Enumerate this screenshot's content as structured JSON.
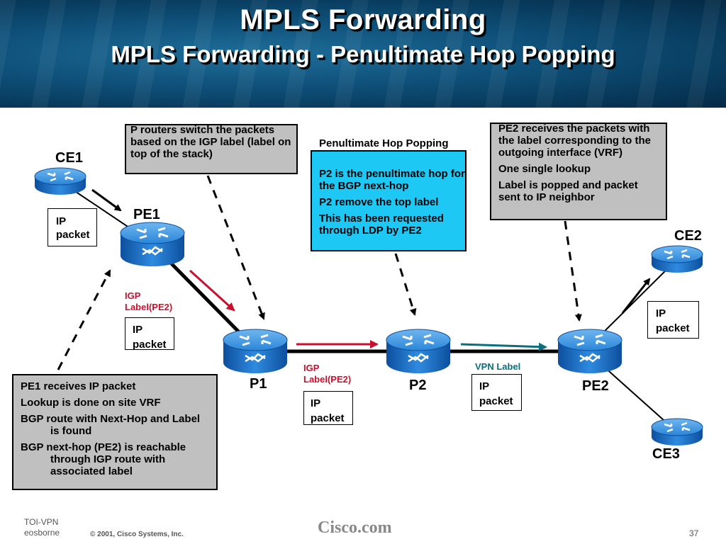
{
  "header": {
    "title": "MPLS Forwarding",
    "subtitle": "MPLS Forwarding - Penultimate Hop Popping"
  },
  "nodes": {
    "ce1": "CE1",
    "pe1": "PE1",
    "p1": "P1",
    "p2": "P2",
    "pe2": "PE2",
    "ce2": "CE2",
    "ce3": "CE3"
  },
  "callouts": {
    "p_routers": "P routers switch the packets based on the IGP label (label on top of the stack)",
    "php_title": "Penultimate Hop Popping",
    "php_lines": [
      "P2 is the penultimate hop for the BGP next-hop",
      "P2 remove the top label",
      "This has been requested through LDP by PE2"
    ],
    "pe2_lines": [
      "PE2 receives the packets with the label corresponding to the outgoing interface (VRF)",
      "One single lookup",
      "Label is popped and packet sent to IP neighbor"
    ],
    "pe1_lines": [
      "PE1 receives IP packet",
      "Lookup is done on site VRF",
      "BGP route with Next-Hop and Label is found",
      "BGP next-hop (PE2) is reachable through IGP route with associated label"
    ]
  },
  "packets": {
    "ip_packet": "IP packet",
    "ip": "IP",
    "packet": "packet",
    "igp_label": "IGP Label(PE2)",
    "vpn_label": "VPN Label"
  },
  "footer": {
    "course": "TOI-VPN",
    "author": "eosborne",
    "copyright": "© 2001, Cisco Systems, Inc.",
    "brand": "Cisco.com",
    "page": "37"
  },
  "colors": {
    "header_bg": "#0e4f78",
    "router_blue": "#1e7fd6",
    "callout_gray": "#c0c0c0",
    "callout_cyan": "#1ec8f5",
    "igp_label_red": "#c8102e",
    "vpn_label_teal": "#0b6e7e"
  }
}
